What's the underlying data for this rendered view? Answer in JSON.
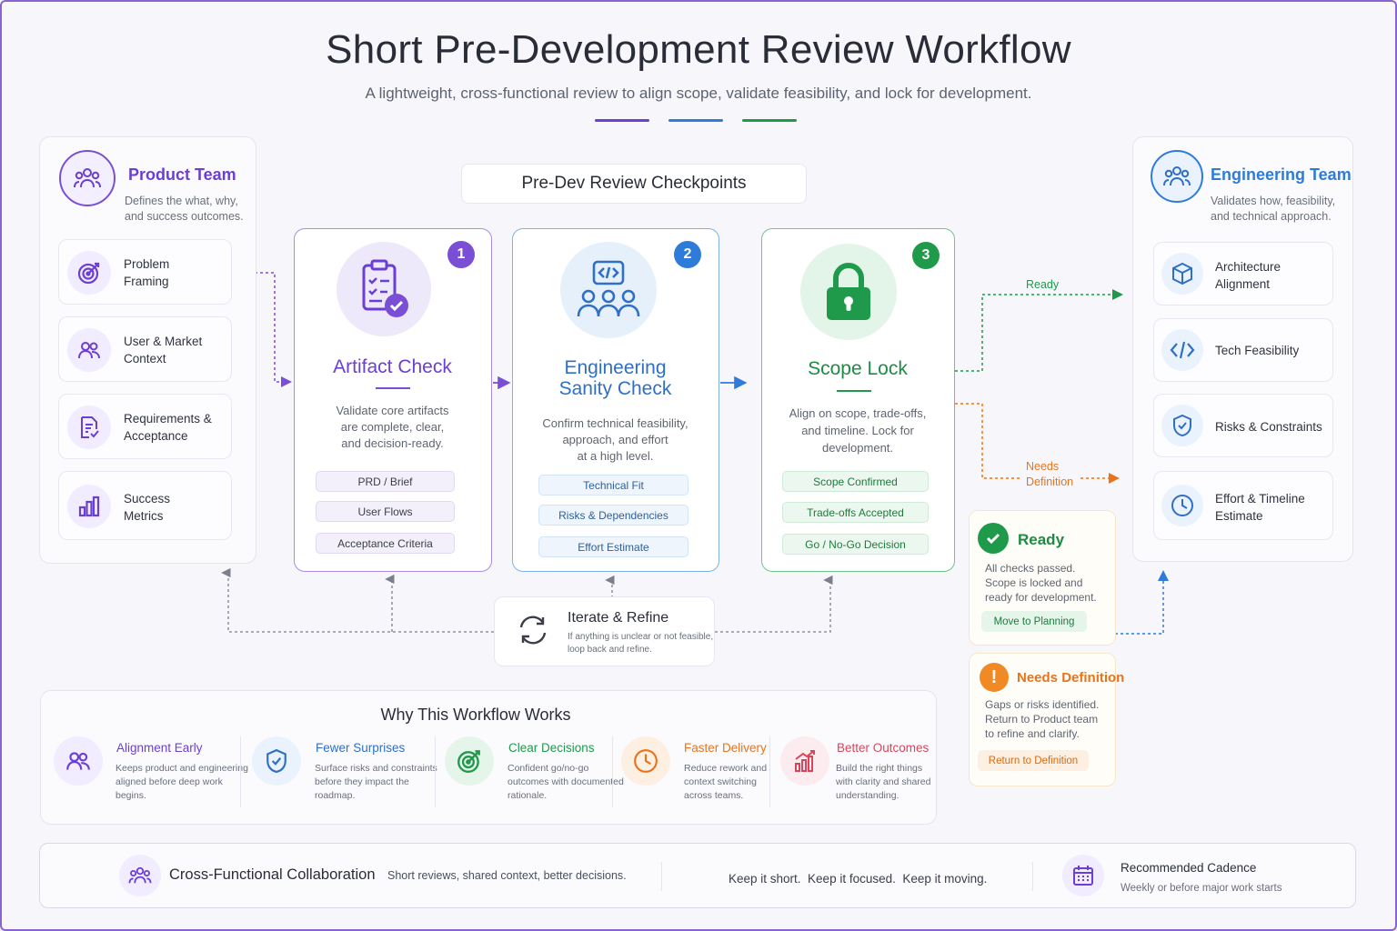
{
  "header": {
    "title": "Short Pre-Development Review Workflow",
    "subtitle": "A lightweight, cross-functional review to align scope, validate feasibility, and lock for development."
  },
  "colors": {
    "purple": "#6b3fd1",
    "blue": "#2f7bd9",
    "green": "#1f9a4a",
    "orange": "#e8731a",
    "red": "#d8455a"
  },
  "product_team": {
    "title": "Product Team",
    "desc_line1": "Defines the what, why,",
    "desc_line2": "and success outcomes.",
    "items": [
      {
        "line1": "Problem",
        "line2": "Framing",
        "icon": "target-icon"
      },
      {
        "line1": "User & Market",
        "line2": "Context",
        "icon": "users-icon"
      },
      {
        "line1": "Requirements &",
        "line2": "Acceptance",
        "icon": "document-check-icon"
      },
      {
        "line1": "Success",
        "line2": "Metrics",
        "icon": "bar-chart-icon"
      }
    ]
  },
  "engineering_team": {
    "title": "Engineering Team",
    "desc_line1": "Validates how, feasibility,",
    "desc_line2": "and technical approach.",
    "items": [
      {
        "line1": "Architecture",
        "line2": "Alignment",
        "icon": "cube-icon"
      },
      {
        "line1": "Tech Feasibility",
        "line2": "",
        "icon": "code-icon"
      },
      {
        "line1": "Risks & Constraints",
        "line2": "",
        "icon": "shield-check-icon"
      },
      {
        "line1": "Effort & Timeline",
        "line2": "Estimate",
        "icon": "clock-icon"
      }
    ]
  },
  "checkpoints": {
    "heading": "Pre-Dev Review Checkpoints",
    "stages": [
      {
        "number": "1",
        "title_line1": "Artifact Check",
        "title_line2": "",
        "desc": [
          "Validate core artifacts",
          "are complete, clear,",
          "and decision-ready."
        ],
        "pills": [
          "PRD / Brief",
          "User Flows",
          "Acceptance Criteria"
        ],
        "icon": "clipboard-check-icon"
      },
      {
        "number": "2",
        "title_line1": "Engineering",
        "title_line2": "Sanity Check",
        "desc": [
          "Confirm technical feasibility,",
          "approach, and effort",
          "at a high level."
        ],
        "pills": [
          "Technical Fit",
          "Risks & Dependencies",
          "Effort Estimate"
        ],
        "icon": "code-team-icon"
      },
      {
        "number": "3",
        "title_line1": "Scope Lock",
        "title_line2": "",
        "desc": [
          "Align on scope, trade-offs,",
          "and timeline. Lock for",
          "development."
        ],
        "pills": [
          "Scope Confirmed",
          "Trade-offs Accepted",
          "Go / No-Go Decision"
        ],
        "icon": "lock-icon"
      }
    ]
  },
  "routes": {
    "ready_label": "Ready",
    "needs_label_line1": "Needs",
    "needs_label_line2": "Definition"
  },
  "iterate": {
    "title": "Iterate & Refine",
    "desc_line1": "If anything is unclear or not feasible,",
    "desc_line2": "loop back and refine."
  },
  "outcomes": {
    "ready": {
      "title": "Ready",
      "desc": [
        "All checks passed.",
        "Scope is locked and",
        "ready for development."
      ],
      "action": "Move to Planning"
    },
    "needs": {
      "title": "Needs Definition",
      "desc": [
        "Gaps or risks identified.",
        "Return to Product team",
        "to refine and clarify."
      ],
      "action": "Return to Definition"
    }
  },
  "why": {
    "heading": "Why This Workflow Works",
    "items": [
      {
        "title": "Alignment Early",
        "desc": [
          "Keeps product and engineering",
          "aligned before deep work",
          "begins."
        ],
        "icon": "users-icon"
      },
      {
        "title": "Fewer Surprises",
        "desc": [
          "Surface risks and constraints",
          "before they impact the",
          "roadmap."
        ],
        "icon": "shield-check-icon"
      },
      {
        "title": "Clear Decisions",
        "desc": [
          "Confident go/no-go",
          "outcomes with documented",
          "rationale."
        ],
        "icon": "target-icon"
      },
      {
        "title": "Faster Delivery",
        "desc": [
          "Reduce rework and",
          "context switching",
          "across teams."
        ],
        "icon": "clock-icon"
      },
      {
        "title": "Better Outcomes",
        "desc": [
          "Build the right things",
          "with clarity and shared",
          "understanding."
        ],
        "icon": "growth-chart-icon"
      }
    ]
  },
  "footer": {
    "collab_title": "Cross-Functional Collaboration",
    "collab_desc": "Short reviews, shared context, better decisions.",
    "motto": "Keep it short.  Keep it focused.  Keep it moving.",
    "cadence_title": "Recommended Cadence",
    "cadence_desc": "Weekly or before major work starts"
  }
}
